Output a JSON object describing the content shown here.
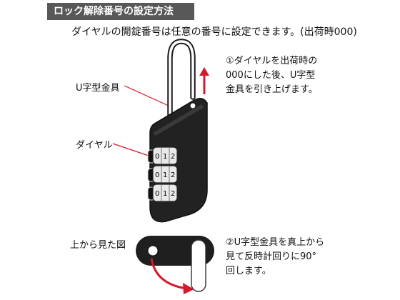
{
  "title": "ロック解除番号の設定方法",
  "subtitle": "ダイヤルの開錠番号は任意の番号に設定できます。(出荷時000)",
  "labels": {
    "shackle": "U字型金具",
    "dial": "ダイヤル",
    "top_view": "上から見た図"
  },
  "dial_digits": [
    "0",
    "1",
    "2"
  ],
  "step1": {
    "line1": "①ダイヤルを出荷時の",
    "line2": "000にした後、U字型",
    "line3": "金具を引き上げます。"
  },
  "step2": {
    "line1": "②U字型金具を真上から",
    "line2": "見て反時計回りに90°",
    "line3": "回します。"
  },
  "colors": {
    "header_bg": "#585858",
    "lock_body": "#222222",
    "arrow_red": "#d7192c"
  }
}
